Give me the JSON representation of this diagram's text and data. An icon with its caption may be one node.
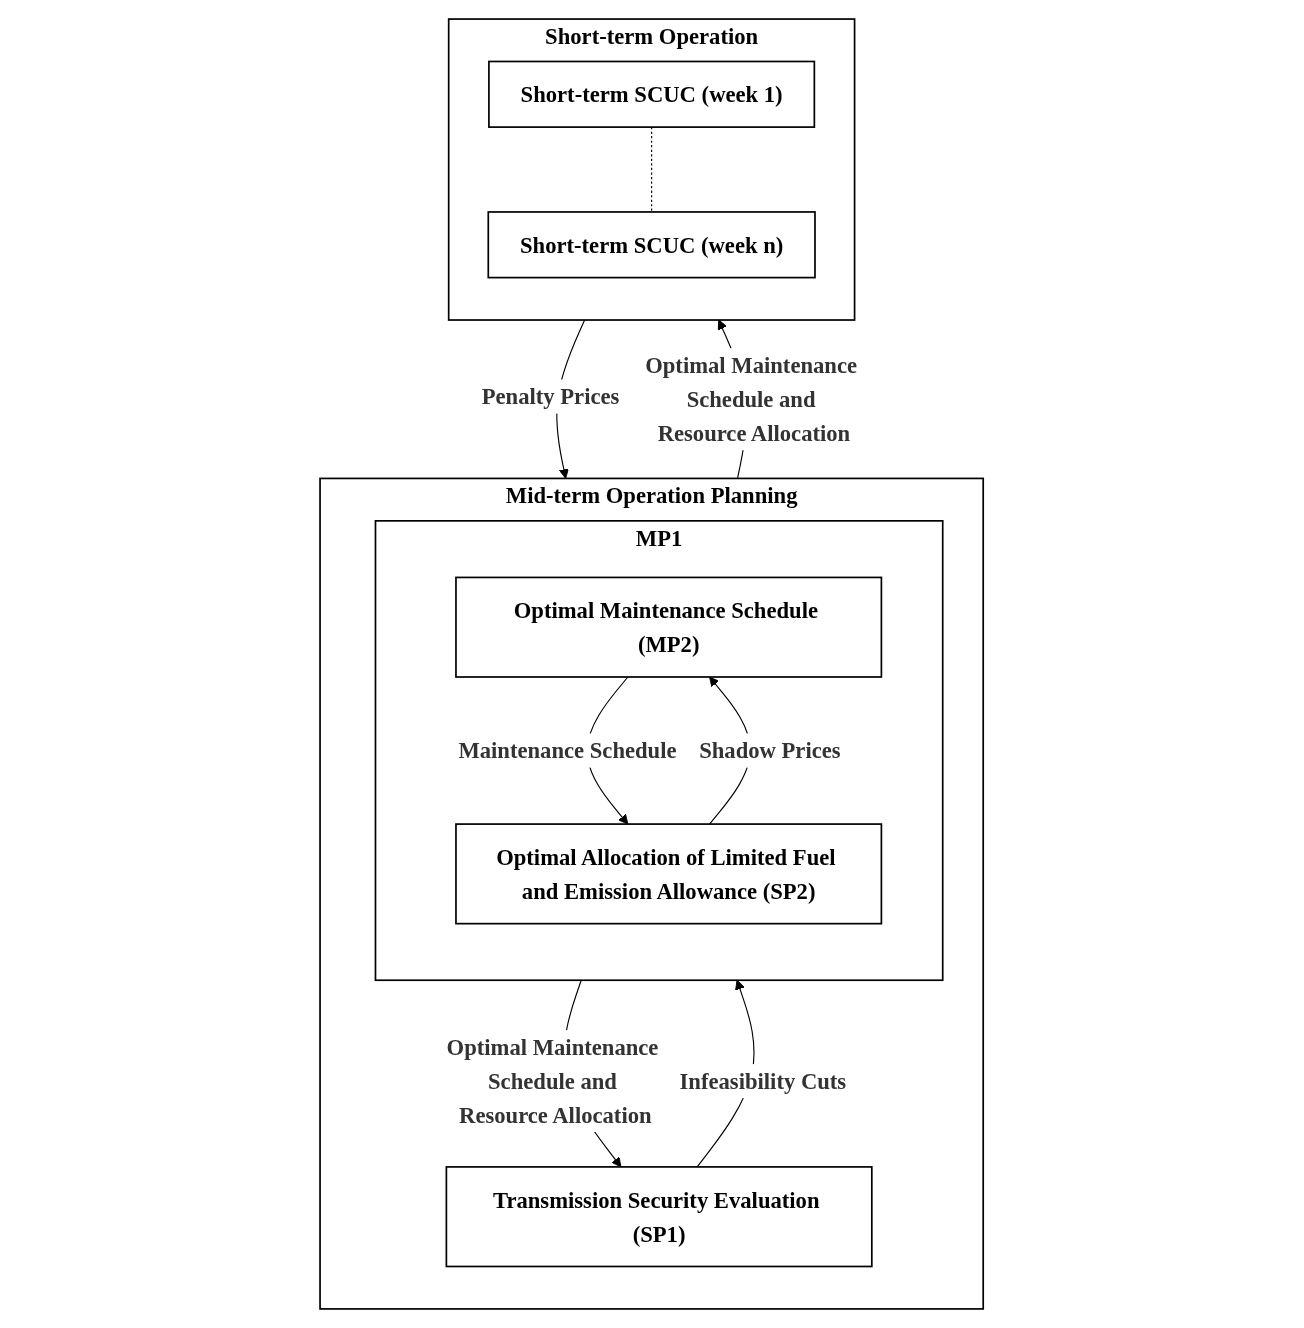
{
  "diagram": {
    "nodes": [
      {
        "text": [
          "Mid-term Operation Planning"
        ]
      },
      {
        "text": [
          "MP1"
        ],
        "in": 0
      },
      {
        "text": [
          "Optimal Maintenance Schedule (MP2)"
        ],
        "in": 1
      },
      {
        "text": [
          "Optimal Allocation of Limited Fuel and Emission Allowance (SP2)"
        ],
        "in": 1
      },
      {
        "text": [
          "Transmission Security Evaluation (SP1)"
        ],
        "in": 0
      },
      {
        "text": [
          "Short-term Operation"
        ]
      },
      {
        "text": [
          "Short-term SCUC (week 1)"
        ],
        "in": 5
      },
      {
        "text": [
          "Short-term SCUC (week n)"
        ],
        "in": 5
      }
    ],
    "edges": [
      {
        "from": 2,
        "to": 3,
        "arrow": "to",
        "label": "Maintenance Schedule"
      },
      {
        "from": 3,
        "to": 2,
        "arrow": "to",
        "label": "Shadow Prices"
      },
      {
        "from": 1,
        "to": 4,
        "arrow": "to",
        "label": "Optimal Maintenance Schedule and Resource Allocation"
      },
      {
        "from": 4,
        "to": 1,
        "arrow": "to",
        "label": "Infeasibility Cuts"
      },
      {
        "from": 0,
        "to": 5,
        "arrow": "to",
        "label": "Optimal Maintenance Schedule and Resource Allocation"
      },
      {
        "from": 5,
        "to": 0,
        "arrow": "to",
        "label": "Penalty Prices"
      },
      {
        "from": 6,
        "to": 7,
        "arrow": "none",
        "style": "dashed"
      }
    ]
  }
}
